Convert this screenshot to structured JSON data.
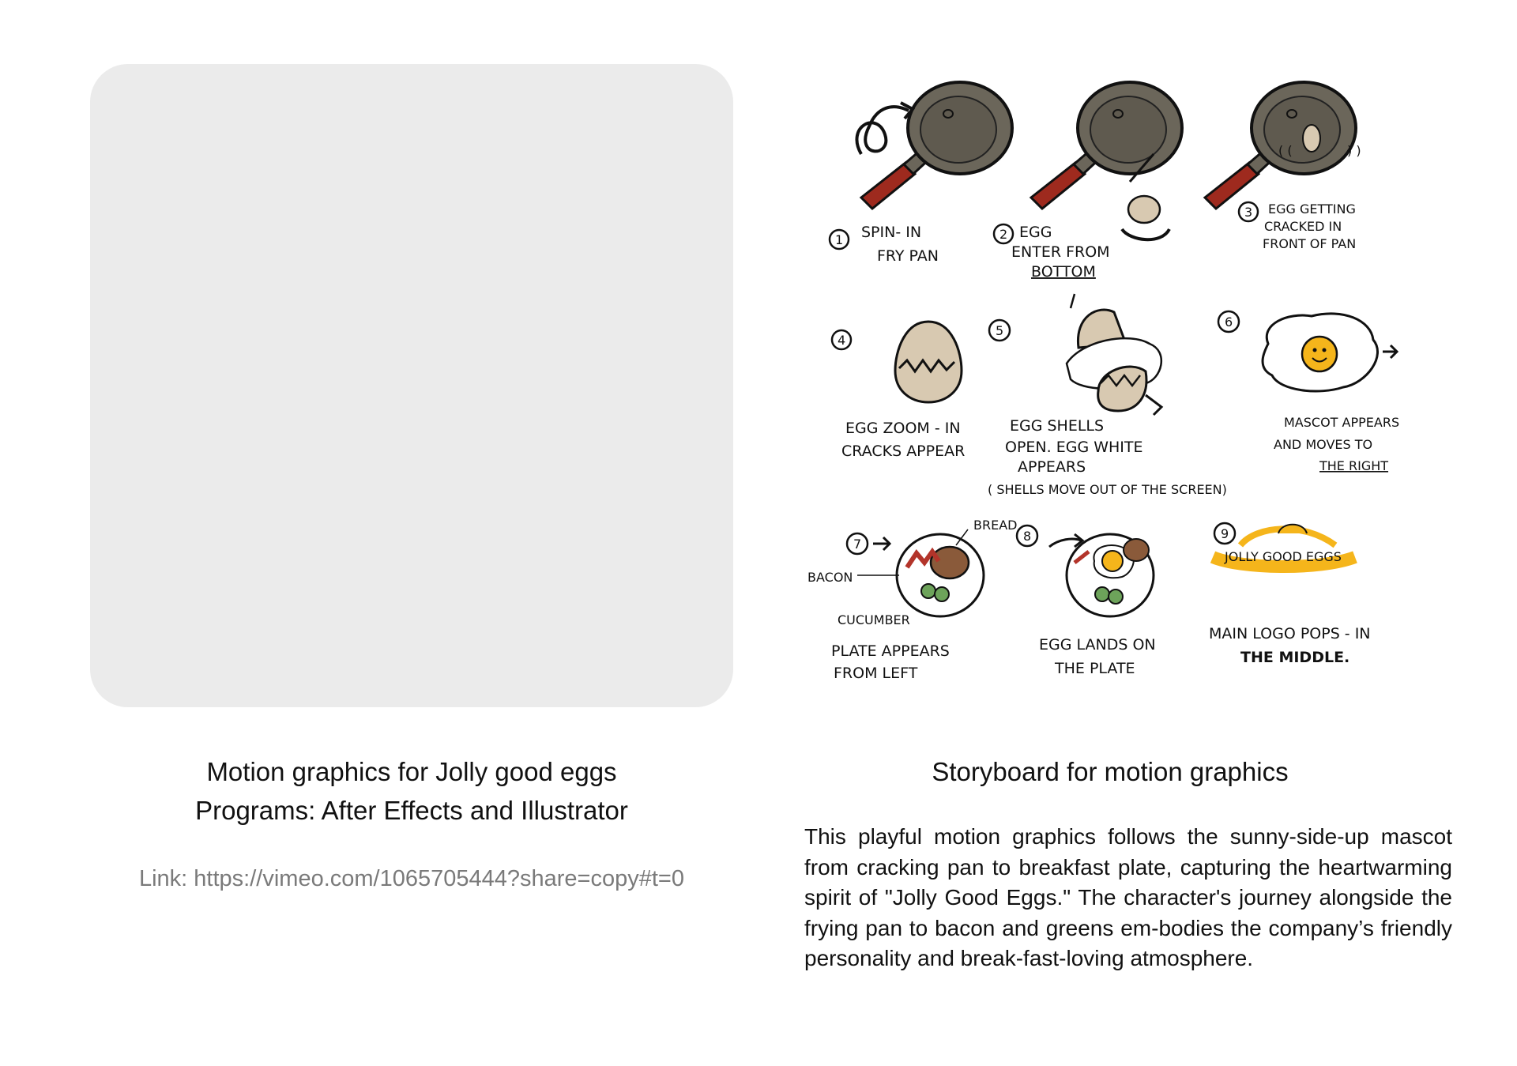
{
  "video": {
    "placeholder_color": "#ebebeb"
  },
  "left_caption": {
    "line1": "Motion graphics for Jolly good eggs",
    "line2": "Programs: After Effects and Illustrator",
    "link": "Link: https://vimeo.com/1065705444?share=copy#t=0"
  },
  "right_caption": {
    "title": "Storyboard for motion graphics",
    "description": "This playful motion graphics follows the sunny-side-up mascot from cracking pan to breakfast plate, capturing the heartwarming spirit of \"Jolly Good Eggs.\" The character's journey alongside the frying pan to bacon and greens em-bodies the company’s friendly personality and break-fast-loving atmosphere."
  },
  "storyboard": {
    "panels": [
      {
        "num": "1",
        "lines": [
          "SPIN- IN",
          "FRY PAN"
        ]
      },
      {
        "num": "2",
        "lines": [
          "EGG",
          "ENTER FROM",
          "BOTTOM"
        ]
      },
      {
        "num": "3",
        "lines": [
          "EGG GETTING",
          "CRACKED IN",
          "FRONT OF PAN"
        ]
      },
      {
        "num": "4",
        "lines": [
          "EGG ZOOM - IN",
          "CRACKS APPEAR"
        ]
      },
      {
        "num": "5",
        "lines": [
          "EGG SHELLS",
          "OPEN. EGG WHITE",
          "APPEARS",
          "( SHELLS MOVE OUT OF THE SCREEN)"
        ]
      },
      {
        "num": "6",
        "lines": [
          "MASCOT APPEARS",
          "AND MOVES TO",
          "THE RIGHT"
        ]
      },
      {
        "num": "7",
        "lines": [
          "PLATE APPEARS",
          "FROM LEFT"
        ],
        "labels": [
          "BREAD",
          "BACON",
          "CUCUMBER"
        ]
      },
      {
        "num": "8",
        "lines": [
          "EGG LANDS ON",
          "THE PLATE"
        ]
      },
      {
        "num": "9",
        "lines": [
          "MAIN LOGO POPS - IN",
          "THE MIDDLE."
        ],
        "logo_text": "JOLLY GOOD EGGS"
      }
    ],
    "colors": {
      "pan": "#6b665a",
      "handle": "#9e2a1e",
      "egg": "#d8c9b1",
      "yolk": "#f5b51b",
      "green": "#6da35a"
    }
  }
}
